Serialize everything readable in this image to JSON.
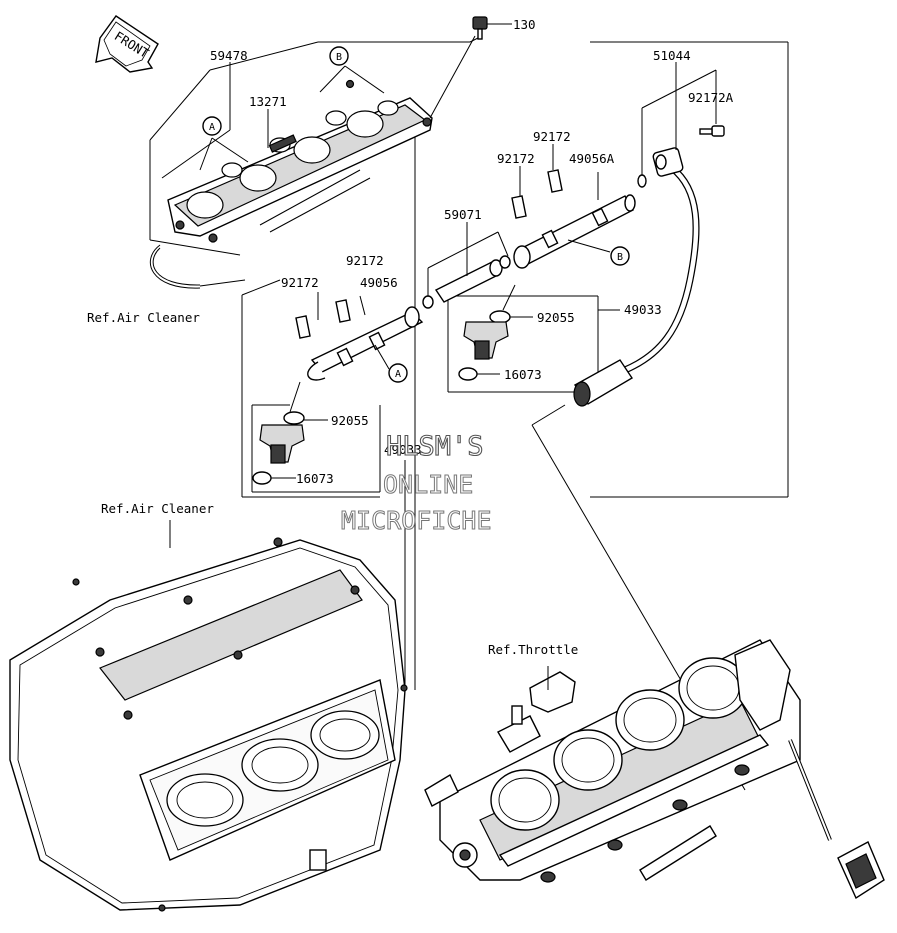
{
  "diagram": {
    "front_arrow": "FRONT",
    "callout_a": "A",
    "callout_b": "B",
    "refs": {
      "air_cleaner_top": "Ref.Air Cleaner",
      "air_cleaner_mid": "Ref.Air Cleaner",
      "throttle": "Ref.Throttle"
    },
    "parts": {
      "p130": "130",
      "p59478": "59478",
      "p13271": "13271",
      "p51044": "51044",
      "p92172A": "92172A",
      "p92172_a": "92172",
      "p92172_b": "92172",
      "p49056A": "49056A",
      "p59071": "59071",
      "p92172_c": "92172",
      "p92172_d": "92172",
      "p49056": "49056",
      "p92055_right": "92055",
      "p49033": "49033",
      "p16073_right": "16073",
      "p92055_left": "92055",
      "p16073_left": "16073",
      "p49033_left": "49033"
    },
    "watermark": {
      "line1": "HLSM'S",
      "line2": "ONLINE",
      "line3": "MICROFICHE"
    }
  }
}
